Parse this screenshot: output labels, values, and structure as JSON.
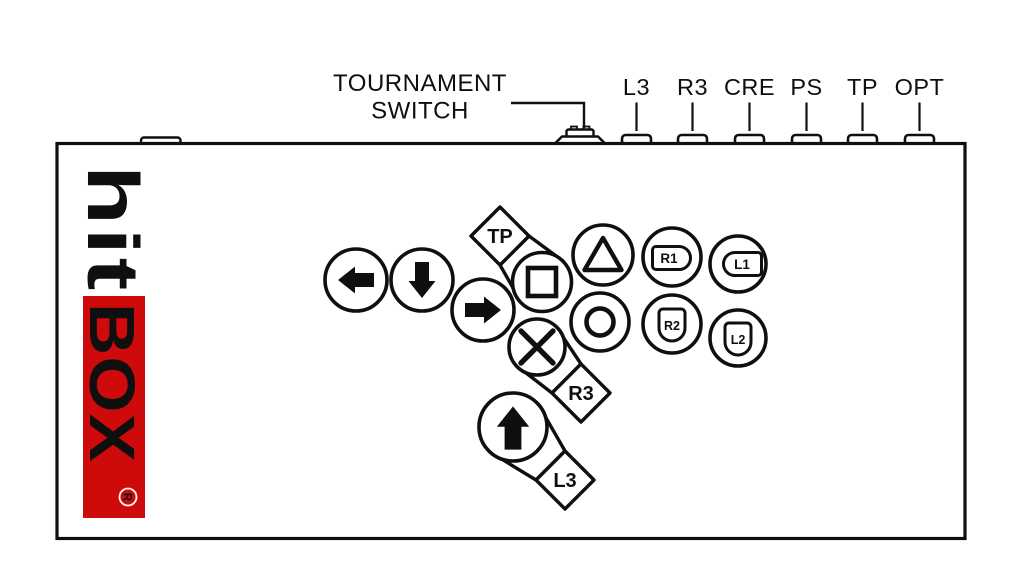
{
  "device": {
    "logo_word1": "hit",
    "logo_word2": "BOX",
    "registered_mark": "R"
  },
  "callout": {
    "line1": "TOURNAMENT",
    "line2": "SWITCH"
  },
  "top_ports": [
    {
      "label": "L3"
    },
    {
      "label": "R3"
    },
    {
      "label": "CRE"
    },
    {
      "label": "PS"
    },
    {
      "label": "TP"
    },
    {
      "label": "OPT"
    }
  ],
  "cluster": {
    "touchpad": {
      "label": "TP"
    },
    "r3": {
      "label": "R3"
    },
    "l3": {
      "label": "L3"
    },
    "r1": {
      "label": "R1"
    },
    "l1": {
      "label": "L1"
    },
    "r2": {
      "label": "R2"
    },
    "l2": {
      "label": "L2"
    },
    "direction_icons": [
      "left-arrow",
      "down-arrow",
      "right-arrow",
      "up-arrow"
    ],
    "face_icons": [
      "square",
      "triangle",
      "circle",
      "cross"
    ]
  },
  "colors": {
    "ink": "#0f0f0f",
    "logo_red": "#ce0a0a",
    "background": "#ffffff"
  }
}
